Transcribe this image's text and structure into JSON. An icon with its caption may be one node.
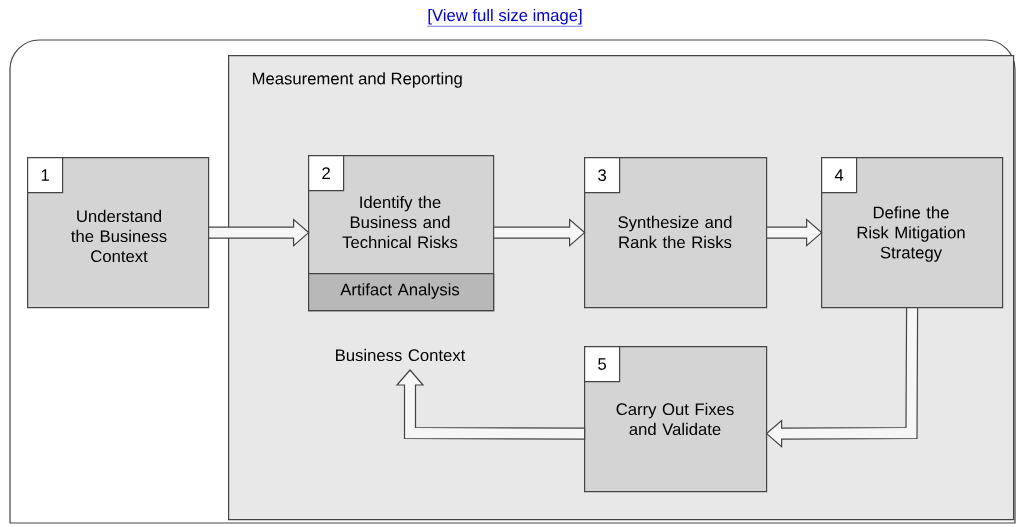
{
  "diagram": {
    "nodes": [
      {
        "text": [
          "Measurement and Reporting"
        ]
      },
      {
        "text": [
          "1",
          "Understand the Business Context"
        ]
      },
      {
        "text": [
          "2",
          "Identify the Business and Technical Risks"
        ],
        "in": 0
      },
      {
        "text": [
          "Artifact Analysis"
        ],
        "in": 2
      },
      {
        "text": [
          "3",
          "Synthesize and Rank the Risks"
        ],
        "in": 0
      },
      {
        "text": [
          "4",
          "Define the Risk Mitigation Strategy"
        ],
        "in": 0
      },
      {
        "text": [
          "5",
          "Carry Out Fixes and Validate"
        ],
        "in": 0
      },
      {
        "text": [
          "Business Context"
        ],
        "in": 0
      }
    ],
    "edges": [
      {
        "from": 1,
        "to": 2,
        "arrow": "to"
      },
      {
        "from": 2,
        "to": 4,
        "arrow": "to"
      },
      {
        "from": 4,
        "to": 5,
        "arrow": "to"
      },
      {
        "from": 5,
        "to": 6,
        "arrow": "to"
      },
      {
        "from": 6,
        "to": 7,
        "arrow": "to"
      }
    ],
    "labels": [
      "[View full size image]"
    ]
  }
}
